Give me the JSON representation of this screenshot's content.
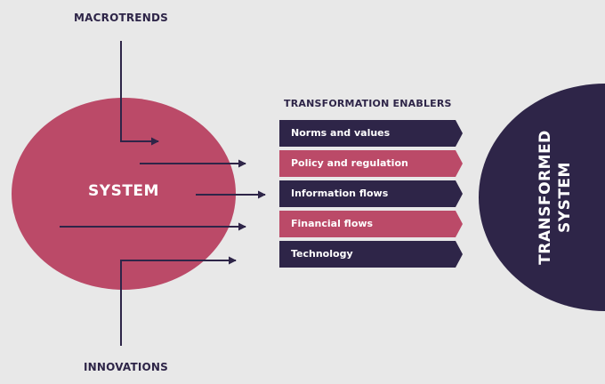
{
  "labels": {
    "macrotrends": "MACROTRENDS",
    "innovations": "INNOVATIONS",
    "enablers_heading": "TRANSFORMATION ENABLERS",
    "system": "SYSTEM",
    "transformed_line1": "TRANSFORMED",
    "transformed_line2": "SYSTEM"
  },
  "enablers": [
    {
      "label": "Norms and values",
      "color": "#2e2548"
    },
    {
      "label": "Policy and regulation",
      "color": "#bb4a68"
    },
    {
      "label": "Information flows",
      "color": "#2e2548"
    },
    {
      "label": "Financial flows",
      "color": "#bb4a68"
    },
    {
      "label": "Technology",
      "color": "#2e2548"
    }
  ],
  "colors": {
    "background": "#e8e8e8",
    "system_circle": "#bb4a68",
    "transformed_circle": "#2e2548",
    "arrow": "#2e2548",
    "heading_text": "#2e2548"
  }
}
